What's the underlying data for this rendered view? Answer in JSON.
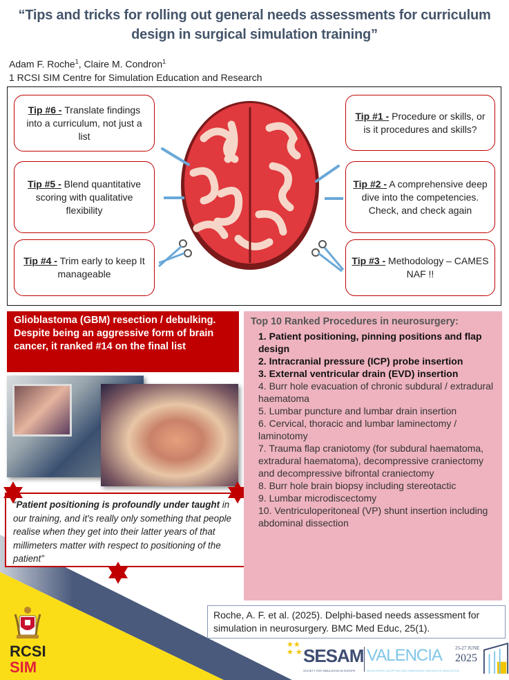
{
  "title": "“Tips and tricks for rolling out general needs assessments for curriculum design in surgical simulation training”",
  "authors": {
    "author1": "Adam F. Roche",
    "author2": "Claire M. Condron",
    "sup": "1",
    "affiliation": "1 RCSI SIM Centre for Simulation Education and Research"
  },
  "tips": [
    {
      "label": "Tip #1 -",
      "text": " Procedure or skills, or is it procedures and skills?"
    },
    {
      "label": "Tip #2 -",
      "text": " A comprehensive deep dive into the competencies. Check, and check again"
    },
    {
      "label": "Tip #3 -",
      "text": " Methodology – CAMES NAF !!"
    },
    {
      "label": "Tip #4 -",
      "text": " Trim early to keep It manageable"
    },
    {
      "label": "Tip #5 -",
      "text": " Blend quantitative scoring with qualitative flexibility"
    },
    {
      "label": "Tip #6 -",
      "text": " Translate findings into a curriculum, not just a list"
    }
  ],
  "gbm_note": "Glioblastoma (GBM) resection / debulking. Despite being an aggressive form of brain cancer, it  ranked #14 on the final list",
  "quote": {
    "open": "“",
    "bold": "Patient positioning is profoundly under taught",
    "rest": " in our training, and it's really only something that people realise when they get into their latter years of that millimeters matter with respect to positioning of the patient”"
  },
  "ranked_list": {
    "heading": "Top 10 Ranked Procedures in neurosurgery:",
    "items": [
      "1. Patient positioning, pinning positions and flap design",
      "2. Intracranial pressure (ICP) probe insertion",
      "3. External ventricular drain (EVD) insertion",
      "4. Burr hole evacuation of chronic subdural / extradural haematoma",
      "5. Lumbar puncture and lumbar drain insertion",
      "6. Cervical, thoracic and lumbar laminectomy / laminotomy",
      "7. Trauma flap craniotomy (for subdural haematoma, extradural haematoma), decompressive craniectomy and decompressive bifrontal craniectomy",
      "8. Burr hole brain biopsy including stereotactic",
      "9. Lumbar microdiscectomy",
      "10. Ventriculoperitoneal (VP) shunt insertion including abdominal dissection"
    ]
  },
  "citation": "Roche, A. F. et al. (2025). Delphi-based needs assessment for simulation in neurosurgery. BMC Med Educ, 25(1).",
  "logos": {
    "rcsi_line1": "RCSI",
    "rcsi_line2": "SIM",
    "sesam": "SESAM",
    "sesam_sub": "SOCIETY FOR SIMULATION IN EUROPE",
    "city": "VALENCIA",
    "dates": "25-27 JUNE",
    "year": "2025",
    "tagline": "DEVELOPING, ADOPTING AND EMBEDDING INNOVATIVE SIMULATION"
  },
  "colors": {
    "title": "#44546a",
    "accent_red": "#c00000",
    "pink": "#eeb3bf",
    "yellow": "#fbdd17",
    "navy": "#4a5a7c"
  }
}
